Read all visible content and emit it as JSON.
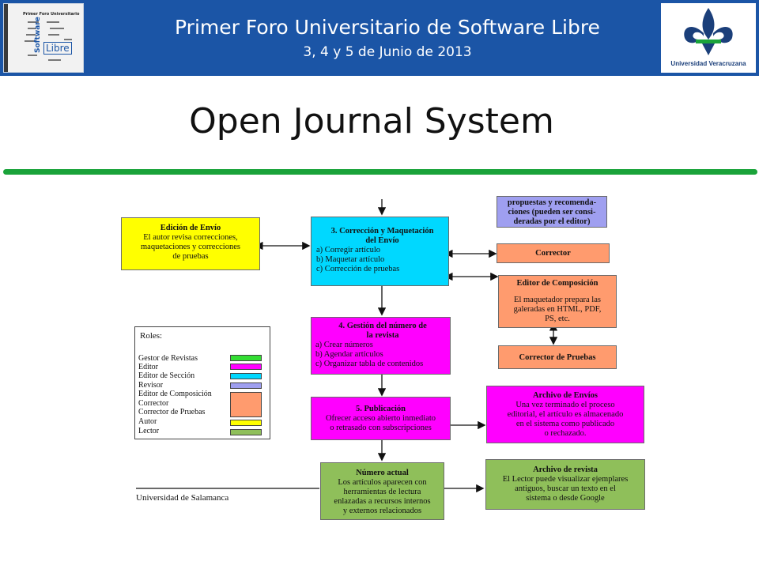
{
  "header": {
    "title": "Primer Foro  Universitario de Software Libre",
    "subtitle": "3,  4  y 5  de Junio de 2013",
    "logo_left": {
      "line1": "Primer Foro Universitario",
      "word_software": "Software",
      "word_libre": "Libre"
    },
    "logo_right": {
      "name": "Universidad Veracruzana"
    }
  },
  "slide": {
    "title": "Open Journal System"
  },
  "diagram": {
    "boxes": {
      "edicion": {
        "title": "Edición de Envío",
        "lines": [
          "El autor revisa correcciones,",
          "maquetaciones y correcciones",
          "de pruebas"
        ],
        "color": "#ffff00"
      },
      "correccion": {
        "title_l1": "3. Corrección y Maquetación",
        "title_l2": "del Envío",
        "items": [
          "a) Corregir artículo",
          "b) Maquetar artículo",
          "c) Corrección de pruebas"
        ],
        "color": "#00d8ff"
      },
      "propuestas": {
        "lines": [
          "propuestas y recomenda-",
          "ciones (pueden ser consi-",
          "deradas por el editor)"
        ],
        "color": "#9f9ff0"
      },
      "corrector": {
        "title": "Corrector",
        "color": "#ff9b6e"
      },
      "editor_comp": {
        "title": "Editor de Composición",
        "lines": [
          "El maquetador prepara las",
          "galeradas en HTML, PDF,",
          "PS, etc."
        ],
        "color": "#ff9b6e"
      },
      "corrector_pruebas": {
        "title": "Corrector de Pruebas",
        "color": "#ff9b6e"
      },
      "gestion": {
        "title_l1": "4. Gestión del número de",
        "title_l2": "la revista",
        "items": [
          "a) Crear números",
          "b) Agendar artículos",
          "c) Organizar tabla de contenidos"
        ],
        "color": "#ff00ff"
      },
      "publicacion": {
        "title": "5. Publicación",
        "lines": [
          "Ofrecer acceso abierto inmediato",
          "o retrasado con subscripciones"
        ],
        "color": "#ff00ff"
      },
      "archivo_envios": {
        "title": "Archivo de Envíos",
        "lines": [
          "Una vez terminado el proceso",
          "editorial, el artículo es almacenado",
          "en el sistema como publicado",
          "o rechazado."
        ],
        "color": "#ff00ff"
      },
      "numero_actual": {
        "title": "Número actual",
        "lines": [
          "Los artículos aparecen con",
          "herramientas de lectura",
          "enlazadas a recursos internos",
          "y externos relacionados"
        ],
        "color": "#8fbf5a"
      },
      "archivo_revista": {
        "title": "Archivo de revista",
        "lines": [
          "El Lector puede visualizar ejemplares",
          "antiguos, buscar un texto en el",
          "sistema o desde Google"
        ],
        "color": "#8fbf5a"
      }
    },
    "roles": {
      "title": "Roles:",
      "items": [
        {
          "label": "Gestor de Revistas",
          "color": "#33dd33"
        },
        {
          "label": "Editor",
          "color": "#ff00ff"
        },
        {
          "label": "Editor de Sección",
          "color": "#00d8ff"
        },
        {
          "label": "Revisor",
          "color": "#9f9ff0"
        },
        {
          "label": "Editor de Composición",
          "color": "#ff9b6e"
        },
        {
          "label": "Corrector",
          "color": "#ff9b6e"
        },
        {
          "label": "Corrector de Pruebas",
          "color": "#ff9b6e"
        },
        {
          "label": "Autor",
          "color": "#ffff00"
        },
        {
          "label": "Lector",
          "color": "#8fbf5a"
        }
      ]
    },
    "source": "Universidad de Salamanca"
  }
}
